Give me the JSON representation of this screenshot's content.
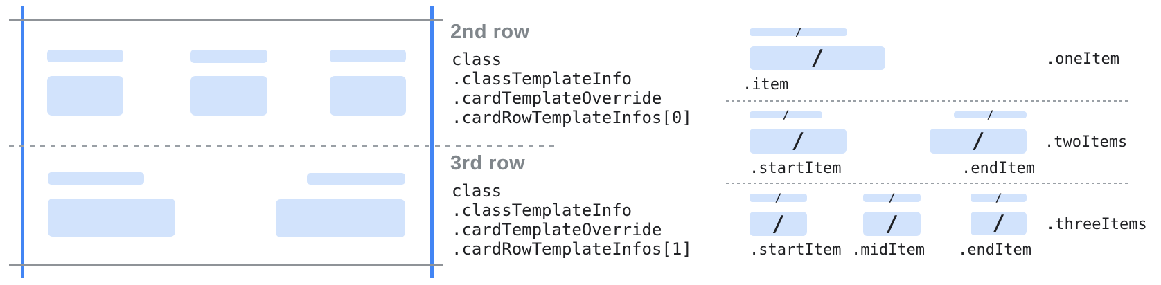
{
  "colors": {
    "accent_blue": "#4285f4",
    "placeholder_blue": "#d2e3fc",
    "line_gray": "#8f9398",
    "dash_gray": "#9aa0a6",
    "heading_gray": "#80868b",
    "code_dark": "#202124"
  },
  "middle": {
    "row2": {
      "title": "2nd row",
      "lines": [
        "class",
        ".classTemplateInfo",
        ".cardTemplateOverride",
        ".cardRowTemplateInfos[0]"
      ]
    },
    "row3": {
      "title": "3rd row",
      "lines": [
        "class",
        ".classTemplateInfo",
        ".cardTemplateOverride",
        ".cardRowTemplateInfos[1]"
      ]
    }
  },
  "right": {
    "slash": "/",
    "one_item": {
      "group_label": ".oneItem",
      "item_labels": [
        ".item"
      ]
    },
    "two_items": {
      "group_label": ".twoItems",
      "item_labels": [
        ".startItem",
        ".endItem"
      ]
    },
    "three_items": {
      "group_label": ".threeItems",
      "item_labels": [
        ".startItem",
        ".midItem",
        ".endItem"
      ]
    }
  }
}
